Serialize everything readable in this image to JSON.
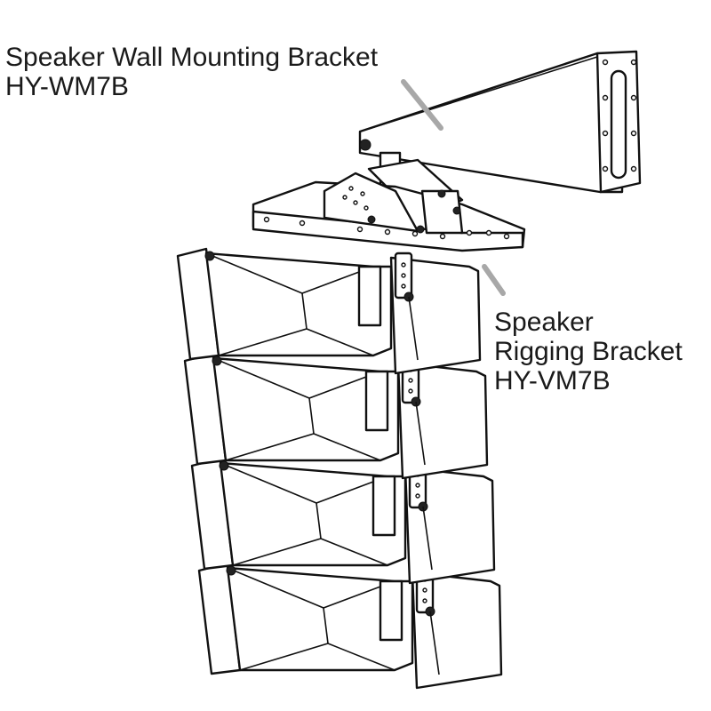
{
  "callouts": {
    "wall_bracket": {
      "name": "Speaker Wall Mounting Bracket",
      "model": "HY-WM7B"
    },
    "rigging_bracket": {
      "line1": "Speaker",
      "line2": "Rigging Bracket",
      "model": "HY-VM7B"
    }
  },
  "illustration": {
    "subject": "line-array speaker cabinets mounted on wall bracket",
    "speaker_count": 4,
    "leader_color": "#a8a8a8",
    "line_color": "#111111"
  }
}
